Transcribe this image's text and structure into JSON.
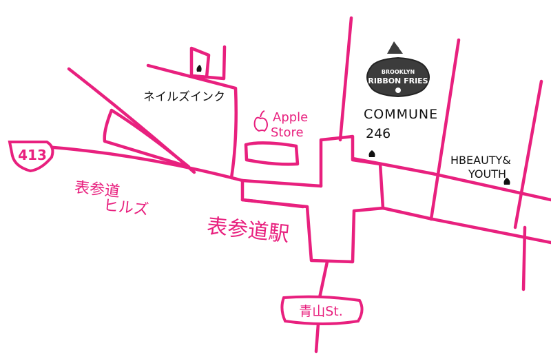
{
  "colors": {
    "street": "#e8207e",
    "label_pink": "#e8207e",
    "label_black": "#111111",
    "logo_bg": "#3c3c3c",
    "logo_text": "#ffffff",
    "pin": "#111111"
  },
  "route_badge": {
    "text": "413"
  },
  "labels": {
    "omotesando_hills_line1": "表参道",
    "omotesando_hills_line2": "ヒルズ",
    "nails_ink": "ネイルズインク",
    "apple_store_line1": "Apple",
    "apple_store_line2": "Store",
    "commune_line1": "COMMUNE",
    "commune_line2": "246",
    "hbeauty_line1": "HBEAUTY&",
    "hbeauty_line2": "YOUTH",
    "omotesando_station": "表参道駅",
    "aoyama_street": "青山St."
  },
  "logo": {
    "line1": "BROOKLYN",
    "line2": "RIBBON FRIES",
    "icon": "ribbon-fries-logo"
  },
  "icons": {
    "apple": "apple-logo-icon",
    "pin": "location-pin-icon"
  }
}
